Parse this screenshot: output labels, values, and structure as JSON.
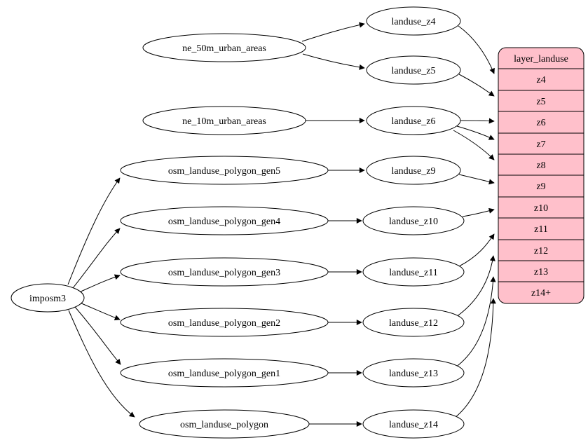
{
  "colors": {
    "layer_fill": "#ffc0cb",
    "node_fill": "#ffffff",
    "edge_stroke": "#000000"
  },
  "nodes": {
    "imposm3": "imposm3",
    "ne50": "ne_50m_urban_areas",
    "ne10": "ne_10m_urban_areas",
    "gen5": "osm_landuse_polygon_gen5",
    "gen4": "osm_landuse_polygon_gen4",
    "gen3": "osm_landuse_polygon_gen3",
    "gen2": "osm_landuse_polygon_gen2",
    "gen1": "osm_landuse_polygon_gen1",
    "poly": "osm_landuse_polygon",
    "lz4": "landuse_z4",
    "lz5": "landuse_z5",
    "lz6": "landuse_z6",
    "lz9": "landuse_z9",
    "lz10": "landuse_z10",
    "lz11": "landuse_z11",
    "lz12": "landuse_z12",
    "lz13": "landuse_z13",
    "lz14": "landuse_z14"
  },
  "layer": {
    "title": "layer_landuse",
    "rows": [
      "z4",
      "z5",
      "z6",
      "z7",
      "z8",
      "z9",
      "z10",
      "z11",
      "z12",
      "z13",
      "z14+"
    ]
  },
  "edges": [
    {
      "from": "imposm3",
      "to": "osm_landuse_polygon_gen5"
    },
    {
      "from": "imposm3",
      "to": "osm_landuse_polygon_gen4"
    },
    {
      "from": "imposm3",
      "to": "osm_landuse_polygon_gen3"
    },
    {
      "from": "imposm3",
      "to": "osm_landuse_polygon_gen2"
    },
    {
      "from": "imposm3",
      "to": "osm_landuse_polygon_gen1"
    },
    {
      "from": "imposm3",
      "to": "osm_landuse_polygon"
    },
    {
      "from": "ne_50m_urban_areas",
      "to": "landuse_z4"
    },
    {
      "from": "ne_50m_urban_areas",
      "to": "landuse_z5"
    },
    {
      "from": "ne_10m_urban_areas",
      "to": "landuse_z6"
    },
    {
      "from": "osm_landuse_polygon_gen5",
      "to": "landuse_z9"
    },
    {
      "from": "osm_landuse_polygon_gen4",
      "to": "landuse_z10"
    },
    {
      "from": "osm_landuse_polygon_gen3",
      "to": "landuse_z11"
    },
    {
      "from": "osm_landuse_polygon_gen2",
      "to": "landuse_z12"
    },
    {
      "from": "osm_landuse_polygon_gen1",
      "to": "landuse_z13"
    },
    {
      "from": "osm_landuse_polygon",
      "to": "landuse_z14"
    },
    {
      "from": "landuse_z4",
      "to": "layer_landuse:z4"
    },
    {
      "from": "landuse_z5",
      "to": "layer_landuse:z5"
    },
    {
      "from": "landuse_z6",
      "to": "layer_landuse:z6"
    },
    {
      "from": "landuse_z6",
      "to": "layer_landuse:z7"
    },
    {
      "from": "landuse_z6",
      "to": "layer_landuse:z8"
    },
    {
      "from": "landuse_z9",
      "to": "layer_landuse:z9"
    },
    {
      "from": "landuse_z10",
      "to": "layer_landuse:z10"
    },
    {
      "from": "landuse_z11",
      "to": "layer_landuse:z11"
    },
    {
      "from": "landuse_z12",
      "to": "layer_landuse:z12"
    },
    {
      "from": "landuse_z13",
      "to": "layer_landuse:z13"
    },
    {
      "from": "landuse_z14",
      "to": "layer_landuse:z14+"
    }
  ]
}
